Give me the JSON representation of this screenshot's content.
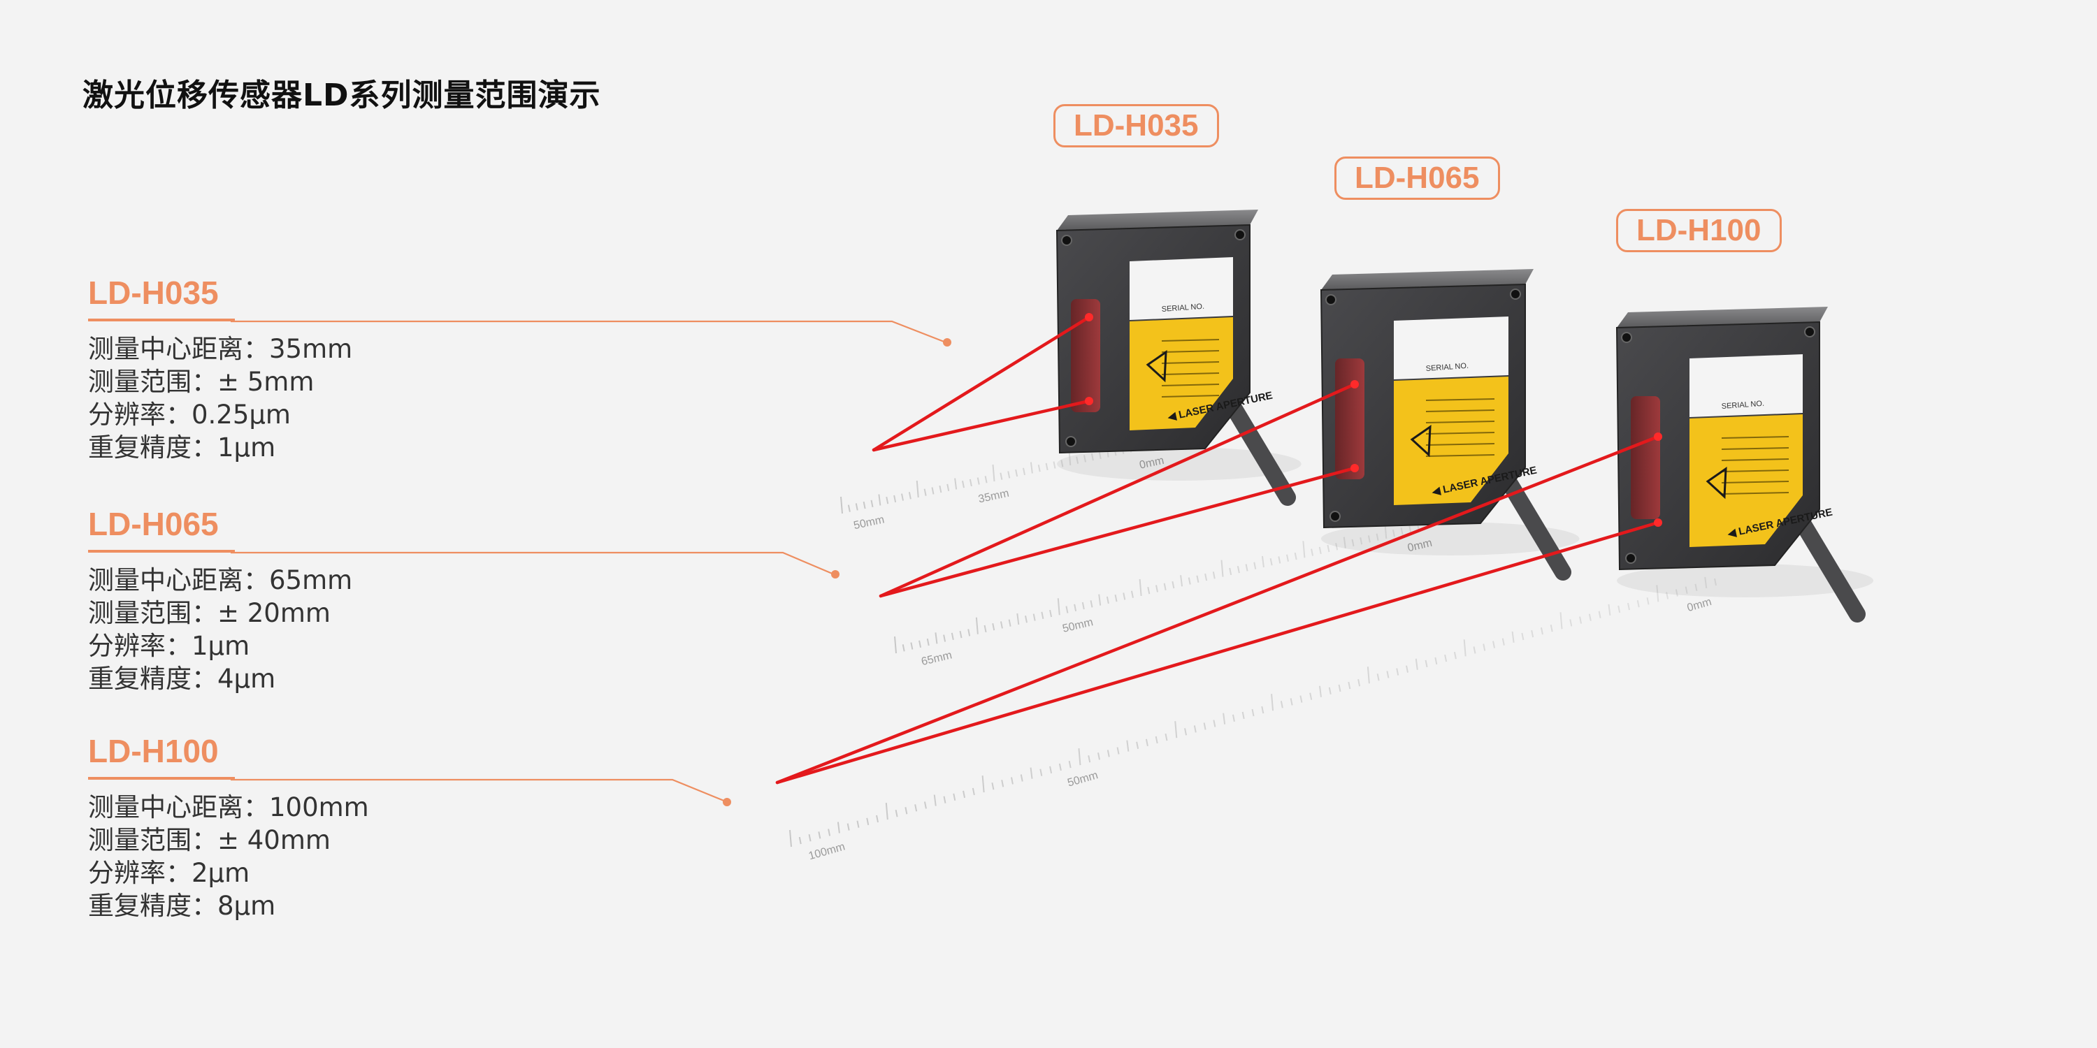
{
  "title": "激光位移传感器LD系列测量范围演示",
  "colors": {
    "accent": "#ee8e60",
    "laser": "#e3191c",
    "housing": "#3a3a3c",
    "label_yellow": "#f3c21b"
  },
  "specs": [
    {
      "name": "LD-H035",
      "lines": [
        "测量中心距离：35mm",
        "测量范围：± 5mm",
        "分辨率：0.25µm",
        "重复精度：1µm"
      ]
    },
    {
      "name": "LD-H065",
      "lines": [
        "测量中心距离：65mm",
        "测量范围：± 20mm",
        "分辨率：1µm",
        "重复精度：4µm"
      ]
    },
    {
      "name": "LD-H100",
      "lines": [
        "测量中心距离：100mm",
        "测量范围：± 40mm",
        "分辨率：2µm",
        "重复精度：8µm"
      ]
    }
  ],
  "tags": [
    "LD-H035",
    "LD-H065",
    "LD-H100"
  ],
  "rulers": [
    {
      "labels": [
        "50mm",
        "35mm",
        "0mm"
      ]
    },
    {
      "labels": [
        "65mm",
        "50mm",
        "0mm"
      ]
    },
    {
      "labels": [
        "100mm",
        "50mm",
        "0mm"
      ]
    }
  ],
  "sensor_label": {
    "warning_title": "LASER APERTURE",
    "serial": "SERIAL NO."
  }
}
